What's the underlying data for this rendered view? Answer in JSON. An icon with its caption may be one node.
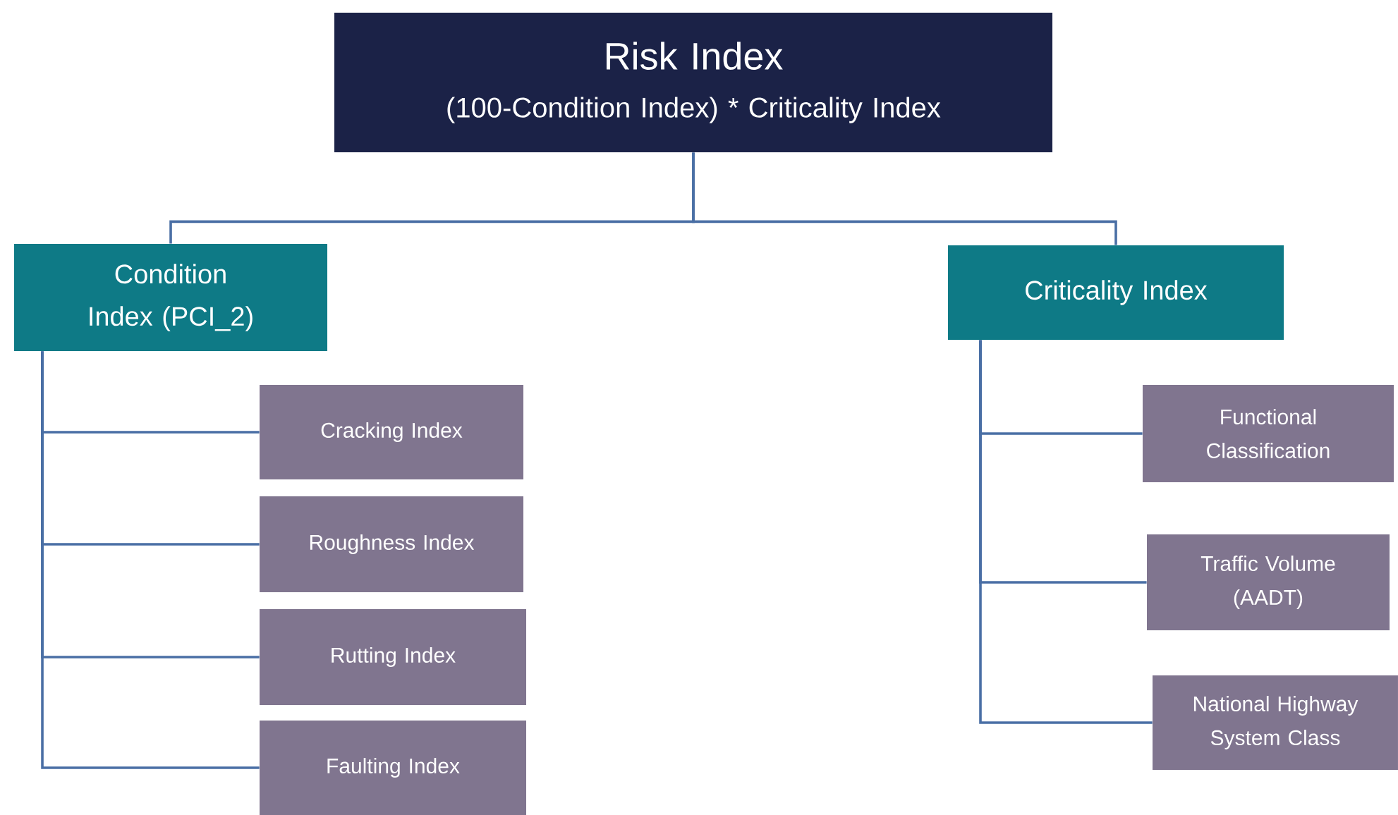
{
  "diagram": {
    "nodes": [
      {
        "text": [
          "Risk Index",
          "(100-Condition Index) * Criticality Index"
        ]
      },
      {
        "text": [
          "Condition Index (PCI_2)"
        ]
      },
      {
        "text": [
          "Criticality Index"
        ]
      },
      {
        "text": [
          "Cracking Index"
        ]
      },
      {
        "text": [
          "Roughness Index"
        ]
      },
      {
        "text": [
          "Rutting Index"
        ]
      },
      {
        "text": [
          "Faulting Index"
        ]
      },
      {
        "text": [
          "Functional Classification"
        ]
      },
      {
        "text": [
          "Traffic Volume (AADT)"
        ]
      },
      {
        "text": [
          "National Highway System Class"
        ]
      }
    ],
    "edges": [
      {
        "from": 0,
        "to": 1,
        "arrow": "none"
      },
      {
        "from": 0,
        "to": 2,
        "arrow": "none"
      },
      {
        "from": 1,
        "to": 3,
        "arrow": "none"
      },
      {
        "from": 1,
        "to": 4,
        "arrow": "none"
      },
      {
        "from": 1,
        "to": 5,
        "arrow": "none"
      },
      {
        "from": 1,
        "to": 6,
        "arrow": "none"
      },
      {
        "from": 2,
        "to": 7,
        "arrow": "none"
      },
      {
        "from": 2,
        "to": 8,
        "arrow": "none"
      },
      {
        "from": 2,
        "to": 9,
        "arrow": "none"
      }
    ]
  }
}
